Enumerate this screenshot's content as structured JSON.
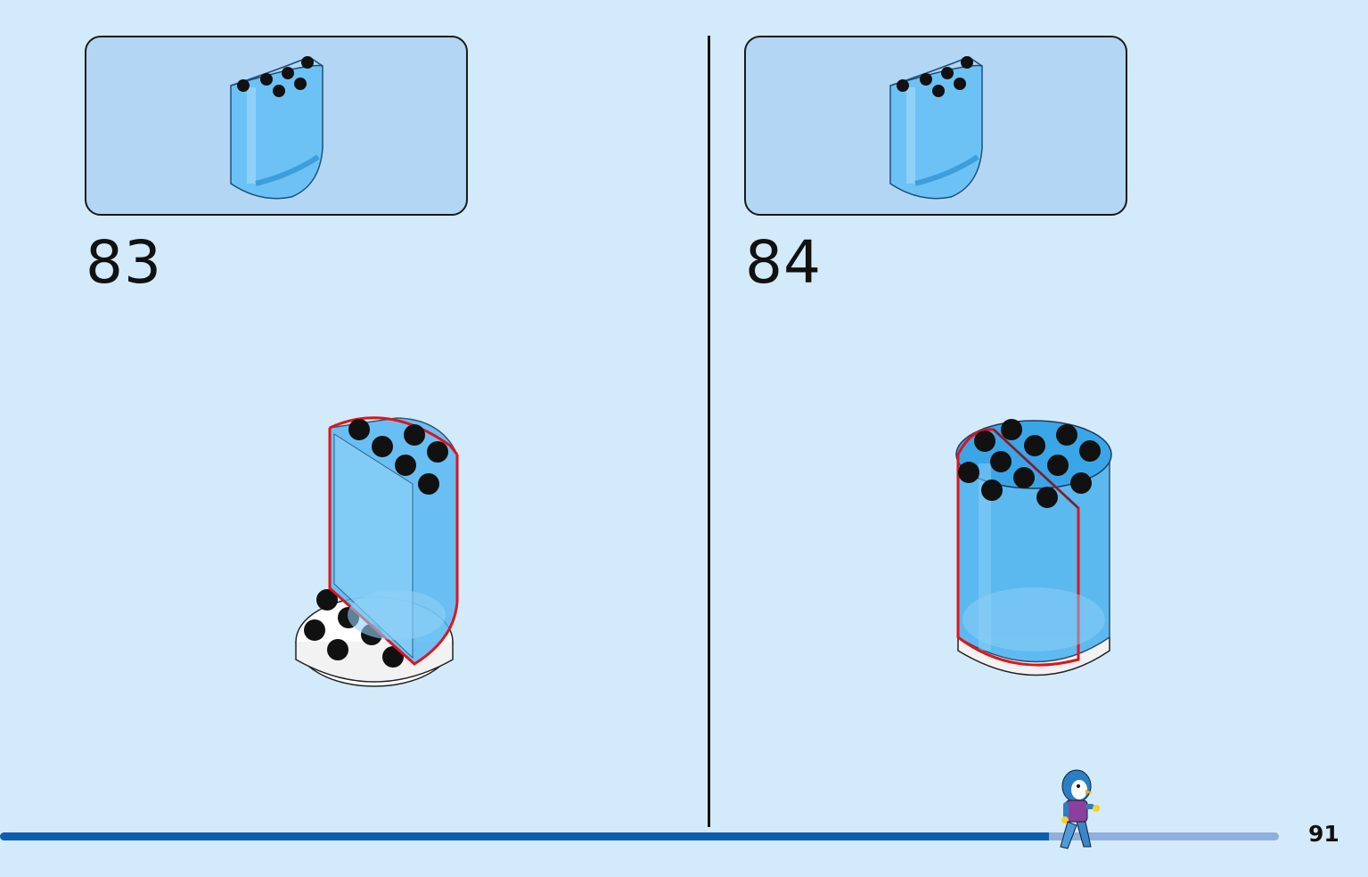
{
  "steps": [
    {
      "number": "83"
    },
    {
      "number": "84"
    }
  ],
  "page_number": "91",
  "progress": {
    "fraction": 0.82
  },
  "colors": {
    "background": "#d3eafa",
    "callout_fill": "#b2d6f4",
    "trans_blue": "#4fb4f0",
    "highlight_outline": "#e0141c",
    "progress_done": "#0c5fae",
    "progress_remaining": "#8fb0de"
  },
  "icons": {
    "callout_part": "trans-blue-half-cylinder-brick",
    "mascot": "penguin-minifigure"
  }
}
